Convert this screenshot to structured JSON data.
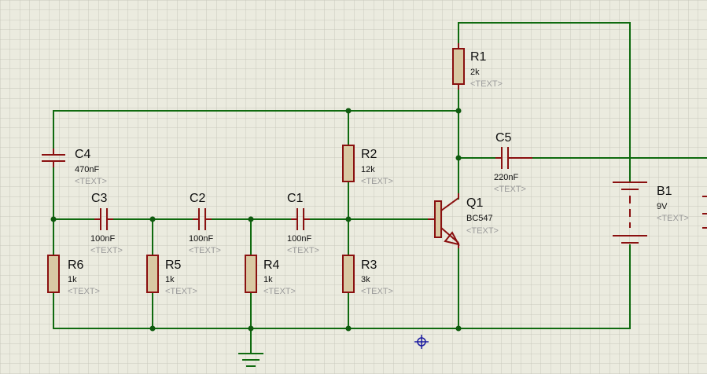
{
  "components": {
    "r1": {
      "ref": "R1",
      "value": "2k",
      "text": "<TEXT>"
    },
    "r2": {
      "ref": "R2",
      "value": "12k",
      "text": "<TEXT>"
    },
    "r3": {
      "ref": "R3",
      "value": "3k",
      "text": "<TEXT>"
    },
    "r4": {
      "ref": "R4",
      "value": "1k",
      "text": "<TEXT>"
    },
    "r5": {
      "ref": "R5",
      "value": "1k",
      "text": "<TEXT>"
    },
    "r6": {
      "ref": "R6",
      "value": "1k",
      "text": "<TEXT>"
    },
    "c1": {
      "ref": "C1",
      "value": "100nF",
      "text": "<TEXT>"
    },
    "c2": {
      "ref": "C2",
      "value": "100nF",
      "text": "<TEXT>"
    },
    "c3": {
      "ref": "C3",
      "value": "100nF",
      "text": "<TEXT>"
    },
    "c4": {
      "ref": "C4",
      "value": "470nF",
      "text": "<TEXT>"
    },
    "c5": {
      "ref": "C5",
      "value": "220nF",
      "text": "<TEXT>"
    },
    "q1": {
      "ref": "Q1",
      "value": "BC547",
      "text": "<TEXT>"
    },
    "b1": {
      "ref": "B1",
      "value": "9V",
      "text": "<TEXT>"
    }
  },
  "colors": {
    "background": "#ebebdf",
    "grid": "#c8c8bc",
    "wire": "#0f6a0f",
    "component": "#8a1010",
    "resistor_fill": "#d9c9a3",
    "cursor": "#1a1aa0"
  }
}
